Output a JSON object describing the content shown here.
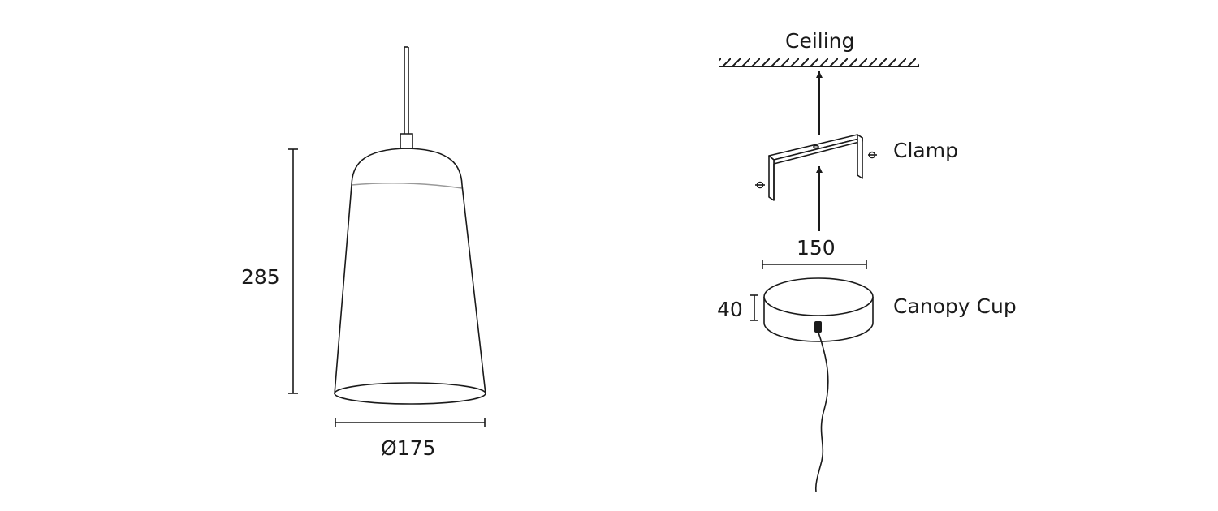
{
  "pendant": {
    "height_label": "285",
    "diameter_label": "Ø175"
  },
  "mounting": {
    "ceiling_label": "Ceiling",
    "clamp_label": "Clamp",
    "clamp_width_label": "150",
    "canopy_label": "Canopy Cup",
    "canopy_height_label": "40"
  },
  "colors": {
    "line": "#1a1a1a",
    "shade_band": "#9a9a9a"
  }
}
